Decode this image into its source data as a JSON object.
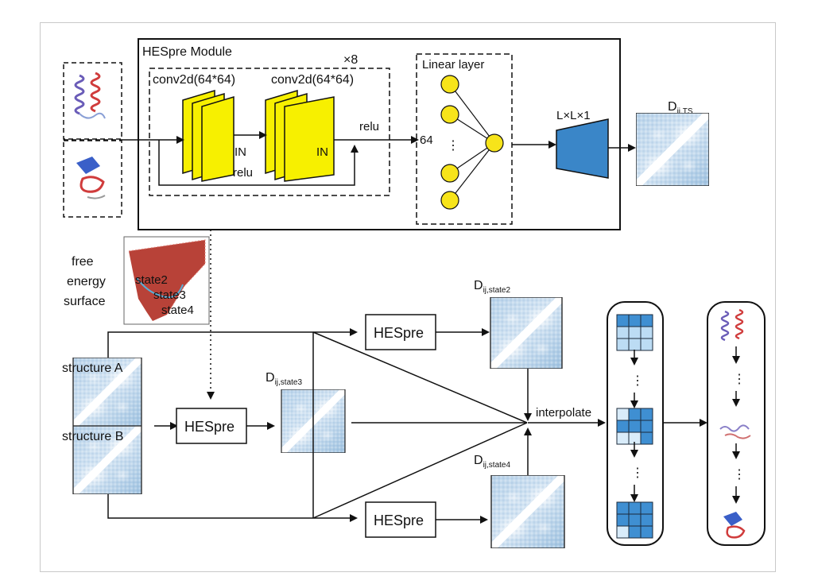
{
  "module": {
    "title": "HESpre Module",
    "repeat": "×8",
    "conv1": "conv2d(64*64)",
    "conv2": "conv2d(64*64)",
    "norm1": "IN",
    "norm2": "IN",
    "relu_skip": "relu",
    "relu_out": "relu",
    "linear_title": "Linear layer",
    "linear_in": "64",
    "linear_dots": "⋮",
    "output_shape": "L×L×1",
    "dts_main": "D",
    "dts_sub": "ij,TS"
  },
  "fes": {
    "label_line1": "free",
    "label_line2": "energy",
    "label_line3": "surface",
    "state2": "state2",
    "state3": "state3",
    "state4": "state4"
  },
  "pipeline": {
    "structure_a": "structure A",
    "structure_b": "structure B",
    "hespre_center": "HESpre",
    "hespre_top": "HESpre",
    "hespre_bottom": "HESpre",
    "d_main": "D",
    "d_state3_sub": "ij,state3",
    "d_state2_sub": "ij,state2",
    "d_state4_sub": "ij,state4",
    "interpolate": "interpolate",
    "ellipsis": "⋮"
  },
  "colors": {
    "conv_fill": "#f7f000",
    "neuron_fill": "#f7e41a",
    "output_fill": "#3a86c8",
    "map_light": "#e8f1f9",
    "map_mid": "#a9c8e3",
    "grid_dark": "#3f8fd2",
    "grid_light": "#d9ecfa"
  }
}
